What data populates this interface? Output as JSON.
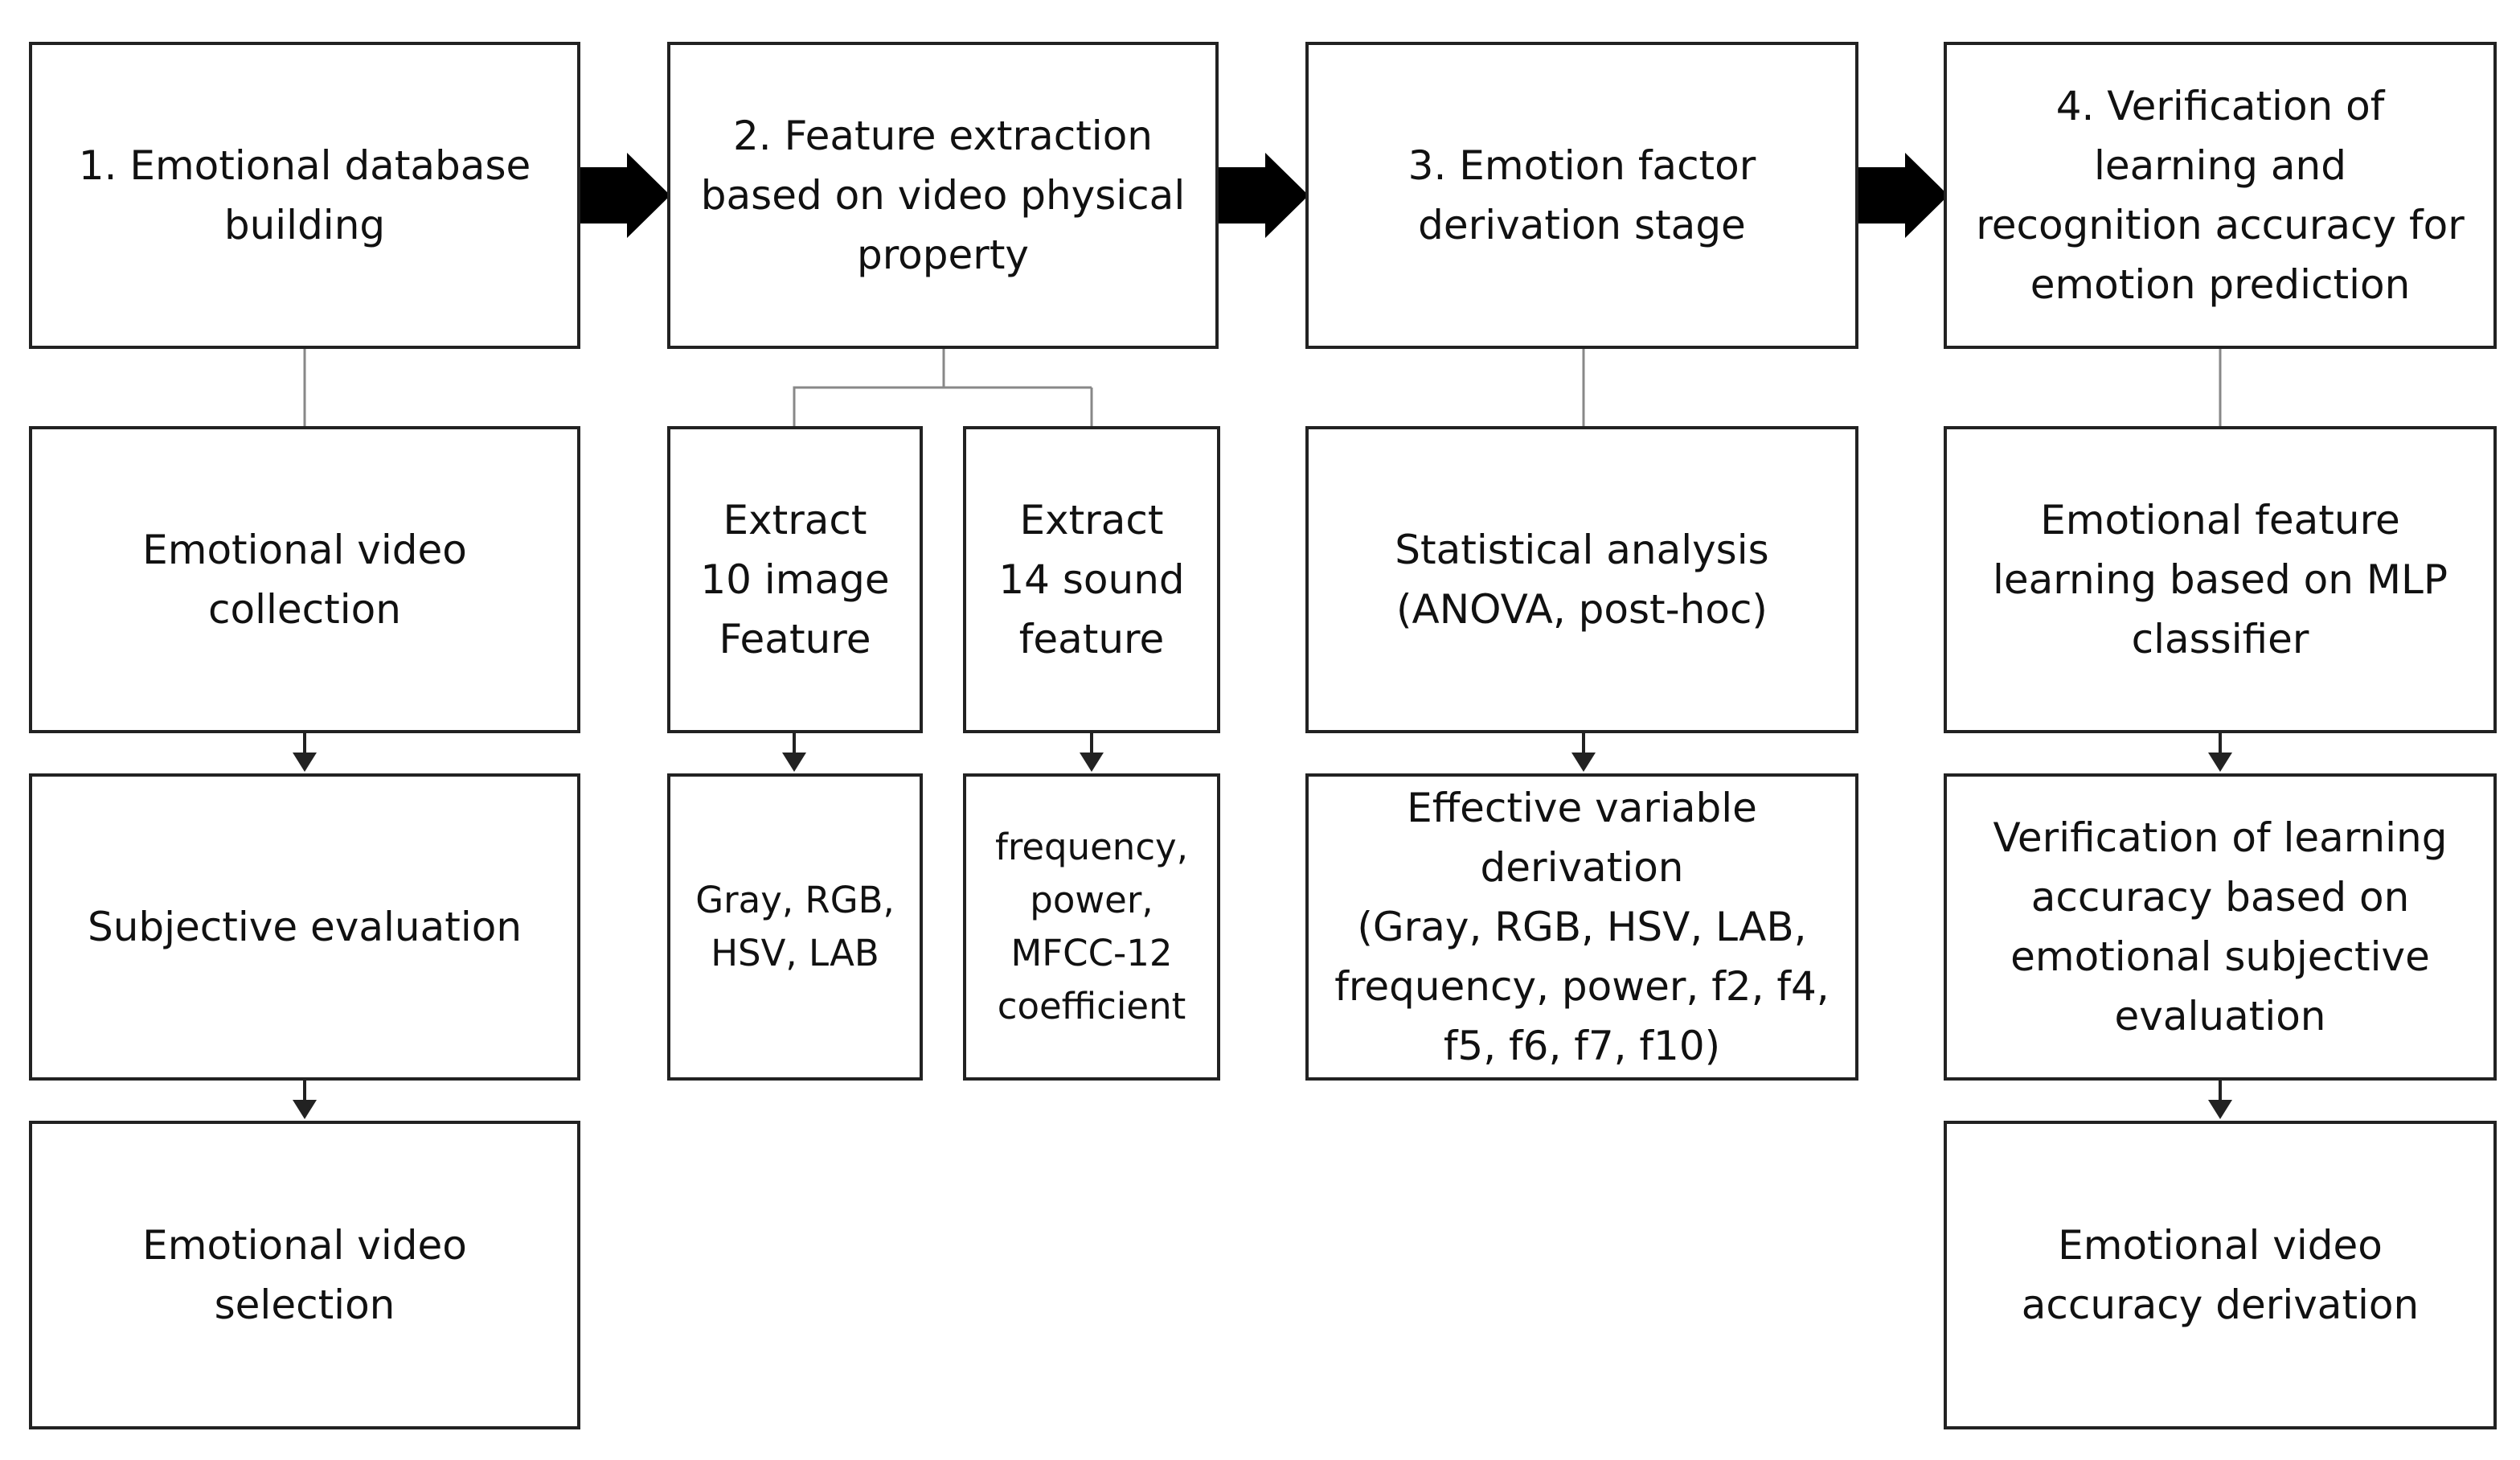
{
  "stages": [
    {
      "title": "1. Emotional database\nbuilding",
      "steps": [
        "Emotional video\ncollection",
        "Subjective evaluation",
        "Emotional video\nselection"
      ]
    },
    {
      "title": "2. Feature extraction\nbased on video physical\nproperty",
      "branches": [
        {
          "extract": "Extract\n10 image\nFeature",
          "features": "Gray, RGB,\nHSV, LAB"
        },
        {
          "extract": "Extract\n14 sound\nfeature",
          "features": "frequency,\npower,\nMFCC-12\ncoefficient"
        }
      ]
    },
    {
      "title": "3. Emotion factor\nderivation stage",
      "steps": [
        "Statistical analysis\n(ANOVA, post-hoc)",
        "Effective variable\nderivation\n(Gray, RGB, HSV, LAB,\nfrequency, power, f2, f4,\nf5, f6, f7, f10)"
      ]
    },
    {
      "title": "4. Verification of\nlearning and\nrecognition accuracy for\nemotion prediction",
      "steps": [
        "Emotional feature\nlearning based on MLP\nclassifier",
        "Verification of learning\naccuracy based on\nemotional subjective\nevaluation",
        "Emotional video\naccuracy derivation"
      ]
    }
  ]
}
